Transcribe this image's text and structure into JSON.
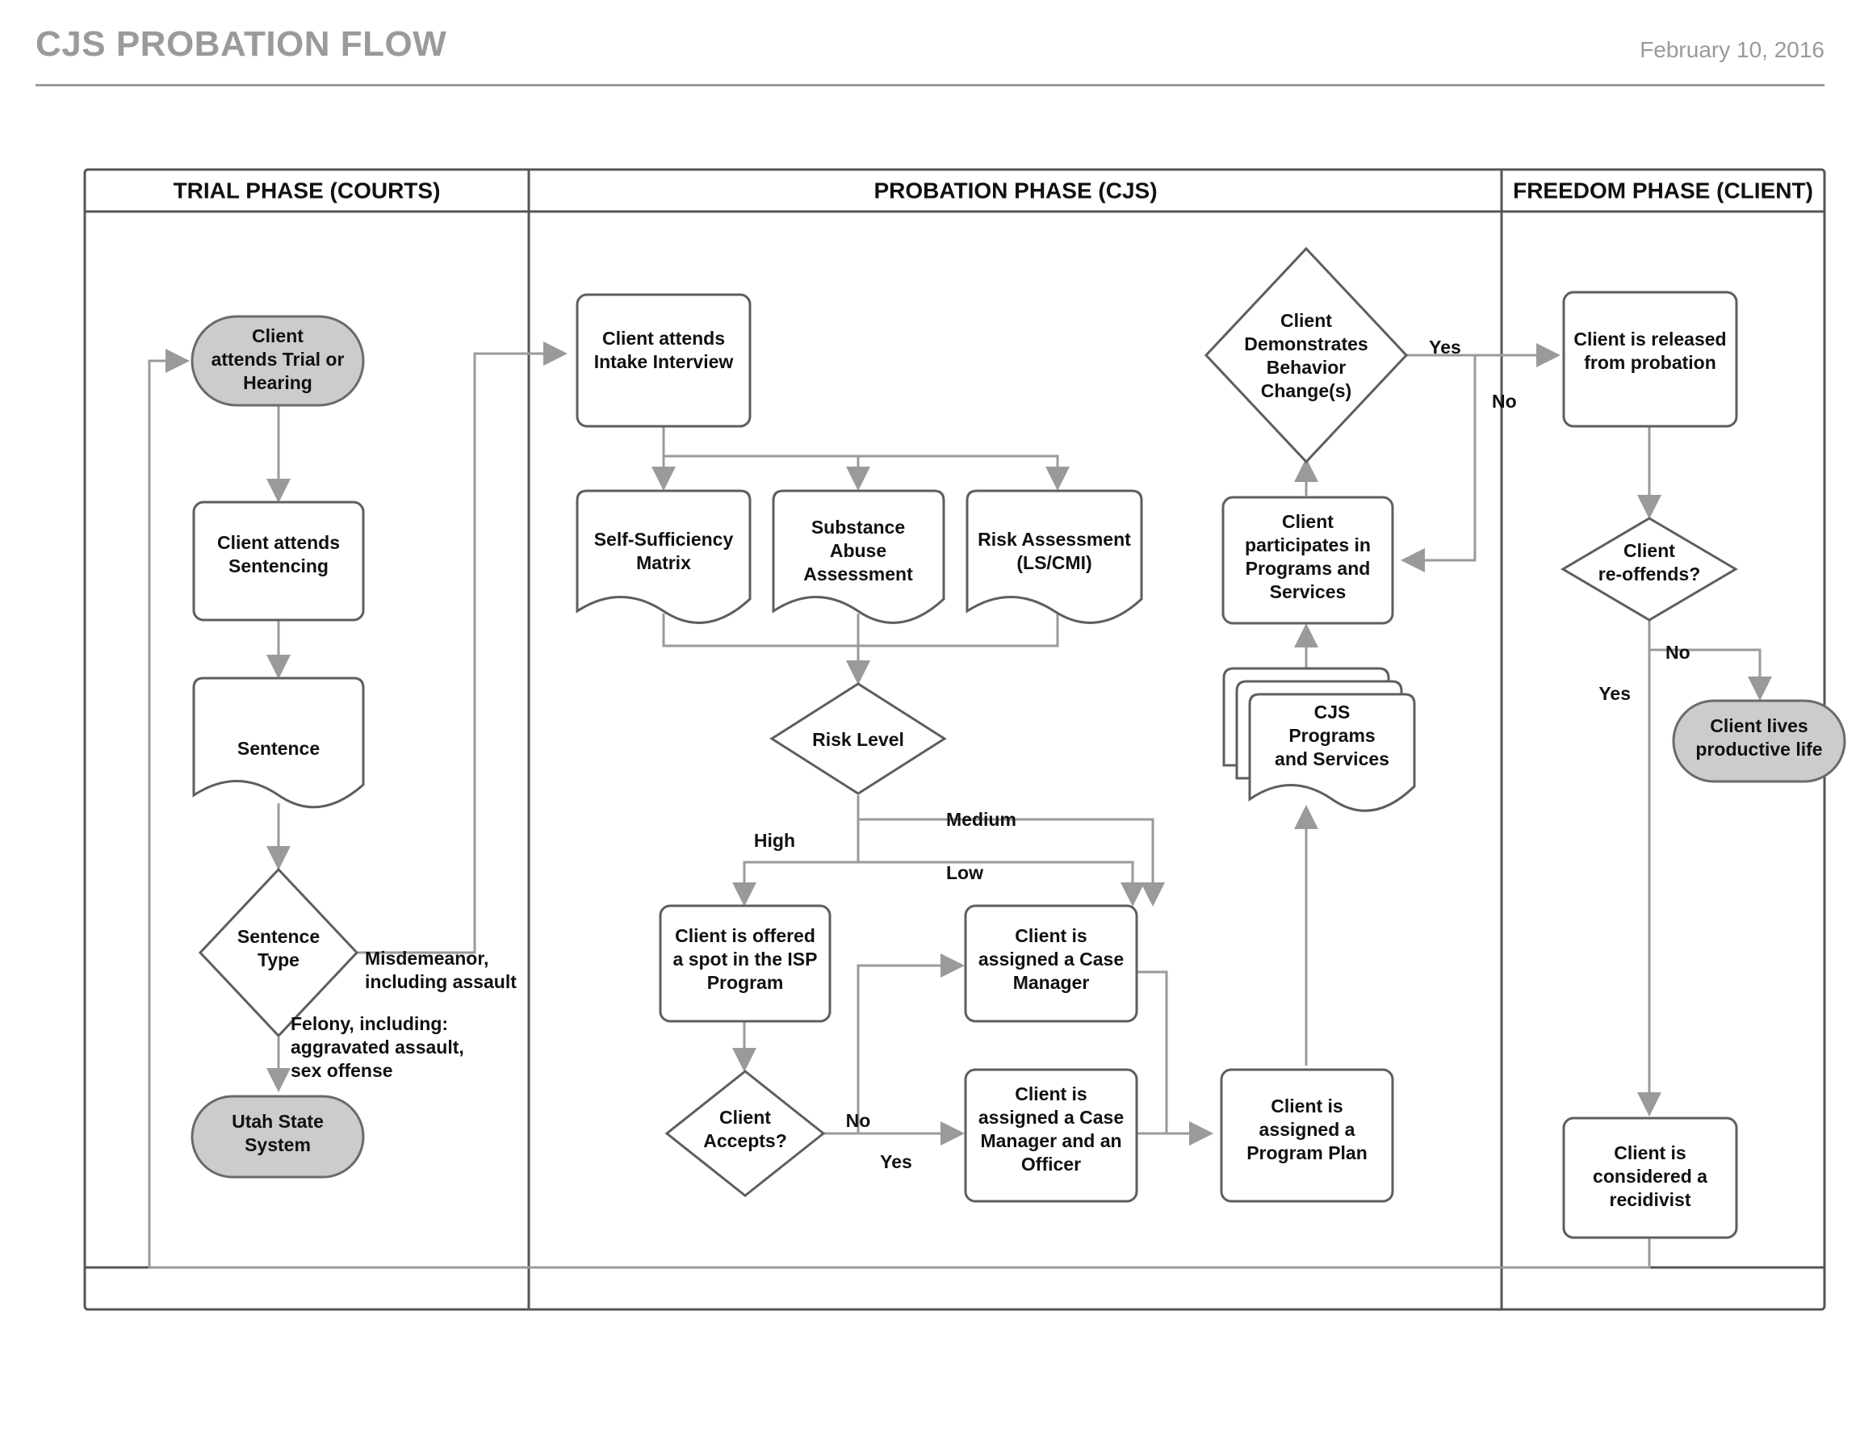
{
  "header": {
    "title": "CJS PROBATION FLOW",
    "date": "February 10, 2016"
  },
  "lanes": [
    {
      "id": "trial",
      "label": "TRIAL PHASE (COURTS)"
    },
    {
      "id": "probation",
      "label": "PROBATION PHASE (CJS)"
    },
    {
      "id": "freedom",
      "label": "FREEDOM PHASE (CLIENT)"
    }
  ],
  "nodes": {
    "trial_hearing": {
      "label": "Client\nattends Trial or\nHearing",
      "shape": "terminator",
      "lane": "trial"
    },
    "sentencing": {
      "label": "Client attends\nSentencing",
      "shape": "process",
      "lane": "trial"
    },
    "sentence": {
      "label": "Sentence",
      "shape": "document",
      "lane": "trial"
    },
    "sentence_type": {
      "label": "Sentence\nType",
      "shape": "decision",
      "lane": "trial"
    },
    "utah_state": {
      "label": "Utah State\nSystem",
      "shape": "terminator",
      "lane": "trial"
    },
    "intake": {
      "label": "Client attends\nIntake Interview",
      "shape": "process",
      "lane": "probation"
    },
    "self_sufficiency": {
      "label": "Self-Sufficiency\nMatrix",
      "shape": "document",
      "lane": "probation"
    },
    "substance_abuse": {
      "label": "Substance\nAbuse\nAssessment",
      "shape": "document",
      "lane": "probation"
    },
    "risk_assessment": {
      "label": "Risk Assessment\n(LS/CMI)",
      "shape": "document",
      "lane": "probation"
    },
    "risk_level": {
      "label": "Risk Level",
      "shape": "decision",
      "lane": "probation"
    },
    "isp_offer": {
      "label": "Client is offered\na spot in the ISP\nProgram",
      "shape": "process",
      "lane": "probation"
    },
    "client_accepts": {
      "label": "Client\nAccepts?",
      "shape": "decision",
      "lane": "probation"
    },
    "case_manager": {
      "label": "Client is\nassigned a Case\nManager",
      "shape": "process",
      "lane": "probation"
    },
    "case_manager_officer": {
      "label": "Client is\nassigned a Case\nManager and an\nOfficer",
      "shape": "process",
      "lane": "probation"
    },
    "program_plan": {
      "label": "Client is\nassigned a\nProgram Plan",
      "shape": "process",
      "lane": "probation"
    },
    "cjs_programs": {
      "label": "CJS\nPrograms\nand Services",
      "shape": "multidocument",
      "lane": "probation"
    },
    "participates": {
      "label": "Client\nparticipates in\nPrograms and\nServices",
      "shape": "process",
      "lane": "probation"
    },
    "behavior_change": {
      "label": "Client\nDemonstrates\nBehavior\nChange(s)",
      "shape": "decision",
      "lane": "probation"
    },
    "released": {
      "label": "Client is released\nfrom probation",
      "shape": "process",
      "lane": "freedom"
    },
    "reoffends": {
      "label": "Client\nre-offends?",
      "shape": "decision",
      "lane": "freedom"
    },
    "productive_life": {
      "label": "Client lives\nproductive life",
      "shape": "terminator",
      "lane": "freedom"
    },
    "recidivist": {
      "label": "Client is\nconsidered a\nrecidivist",
      "shape": "process",
      "lane": "freedom"
    }
  },
  "edge_labels": {
    "misdemeanor": "Misdemeanor,\nincluding assault",
    "felony": "Felony, including:\naggravated assault,\nsex offense",
    "risk_high": "High",
    "risk_medium": "Medium",
    "risk_low": "Low",
    "accepts_no": "No",
    "accepts_yes": "Yes",
    "behavior_yes": "Yes",
    "behavior_no": "No",
    "reoffends_no": "No",
    "reoffends_yes": "Yes"
  },
  "colors": {
    "terminator_fill": "#cccccc",
    "node_stroke": "#5e5e5e",
    "connector": "#9a9a9a",
    "lane_stroke": "#555555",
    "header_text": "#9a9a9a"
  }
}
